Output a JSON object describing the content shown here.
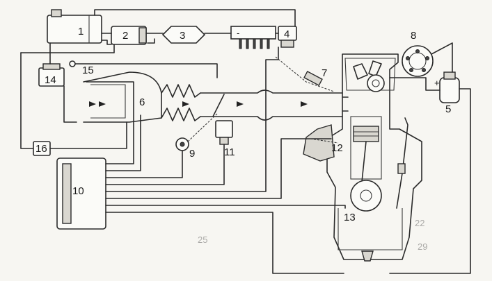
{
  "labels": {
    "l1": "1",
    "l2": "2",
    "l3": "3",
    "l4": "4",
    "l5": "5",
    "l6": "6",
    "l7": "7",
    "l8": "8",
    "l9": "9",
    "l10": "10",
    "l11": "11",
    "l12": "12",
    "l13": "13",
    "l14": "14",
    "l15": "15",
    "l16": "16"
  },
  "symbols": {
    "minus": "-",
    "plus": "+"
  },
  "background_marks": {
    "m22": "22",
    "m25": "25",
    "m29": "29"
  },
  "colors": {
    "ink": "#2a2a2a",
    "paper": "#f7f6f2"
  }
}
